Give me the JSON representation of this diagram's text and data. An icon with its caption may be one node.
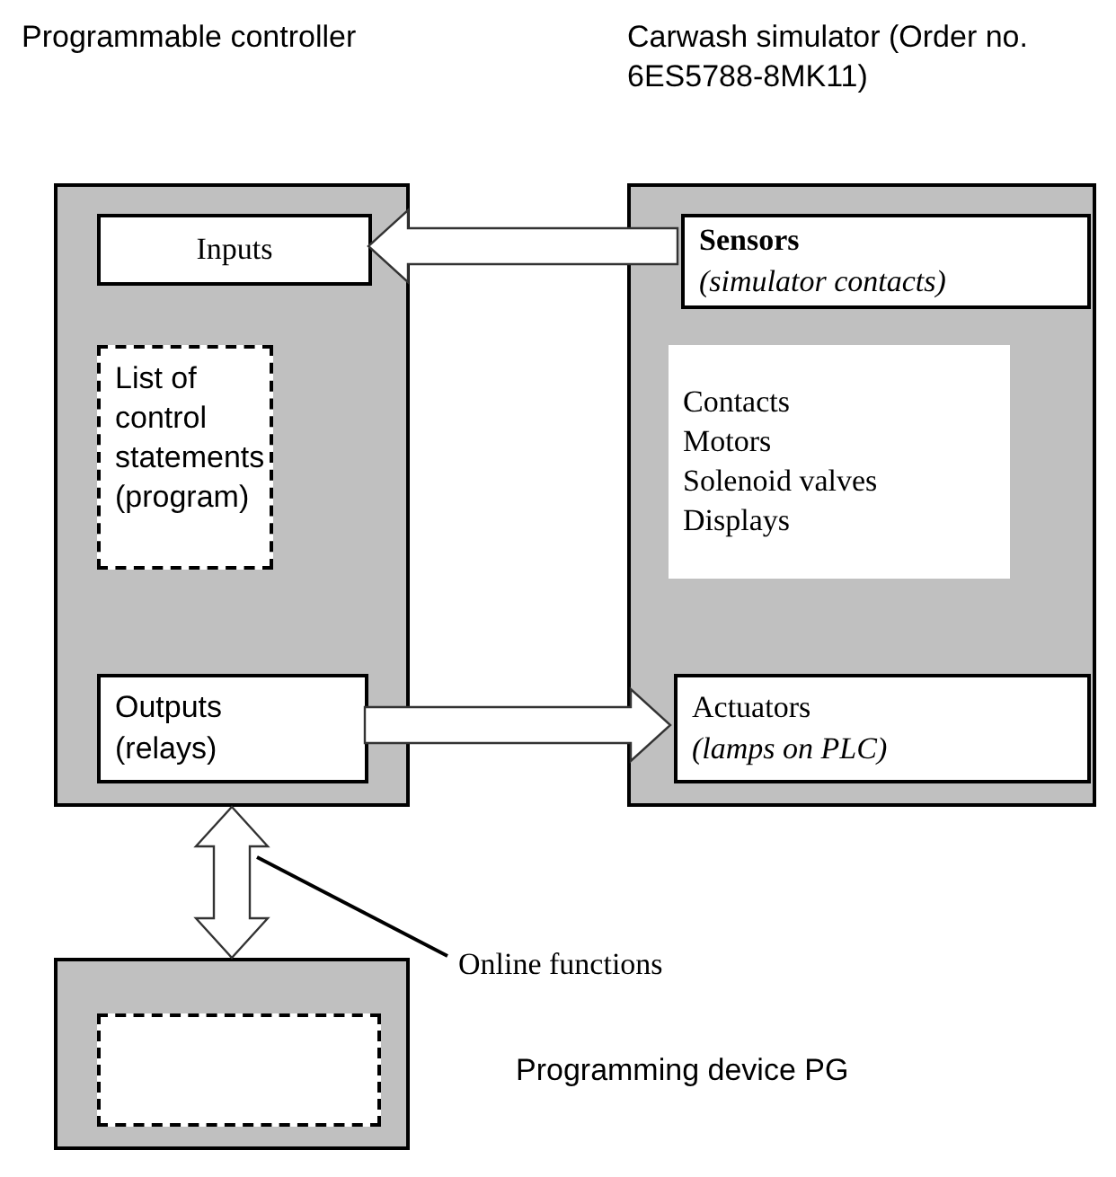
{
  "diagram": {
    "nodes": [
      {
        "text": [
          "Programmable controller"
        ]
      },
      {
        "text": [
          "Inputs"
        ],
        "in": 0
      },
      {
        "text": [
          "List of control statements (program)"
        ],
        "in": 0
      },
      {
        "text": [
          "Outputs (relays)"
        ],
        "in": 0
      },
      {
        "text": [
          "Carwash simulator (Order no. 6ES5788-8MK11)"
        ]
      },
      {
        "text": [
          "Sensors",
          "(simulator contacts)"
        ],
        "in": 4
      },
      {
        "text": [
          "Contacts",
          "Motors",
          "Solenoid valves",
          "Displays"
        ],
        "in": 4
      },
      {
        "text": [
          "Actuators",
          "(lamps on PLC)"
        ],
        "in": 4
      },
      {
        "text": [
          "Programming device PG"
        ]
      },
      {
        "text": [],
        "shape": "box",
        "in": 8
      },
      {
        "text": [
          "Online functions"
        ]
      }
    ],
    "edges": [
      {
        "from": 5,
        "to": 1,
        "arrow": "to"
      },
      {
        "from": 3,
        "to": 7,
        "arrow": "to"
      },
      {
        "from": 0,
        "to": 8,
        "arrow": "both"
      },
      {
        "from": 10,
        "to": null,
        "arrow": "none"
      }
    ]
  }
}
